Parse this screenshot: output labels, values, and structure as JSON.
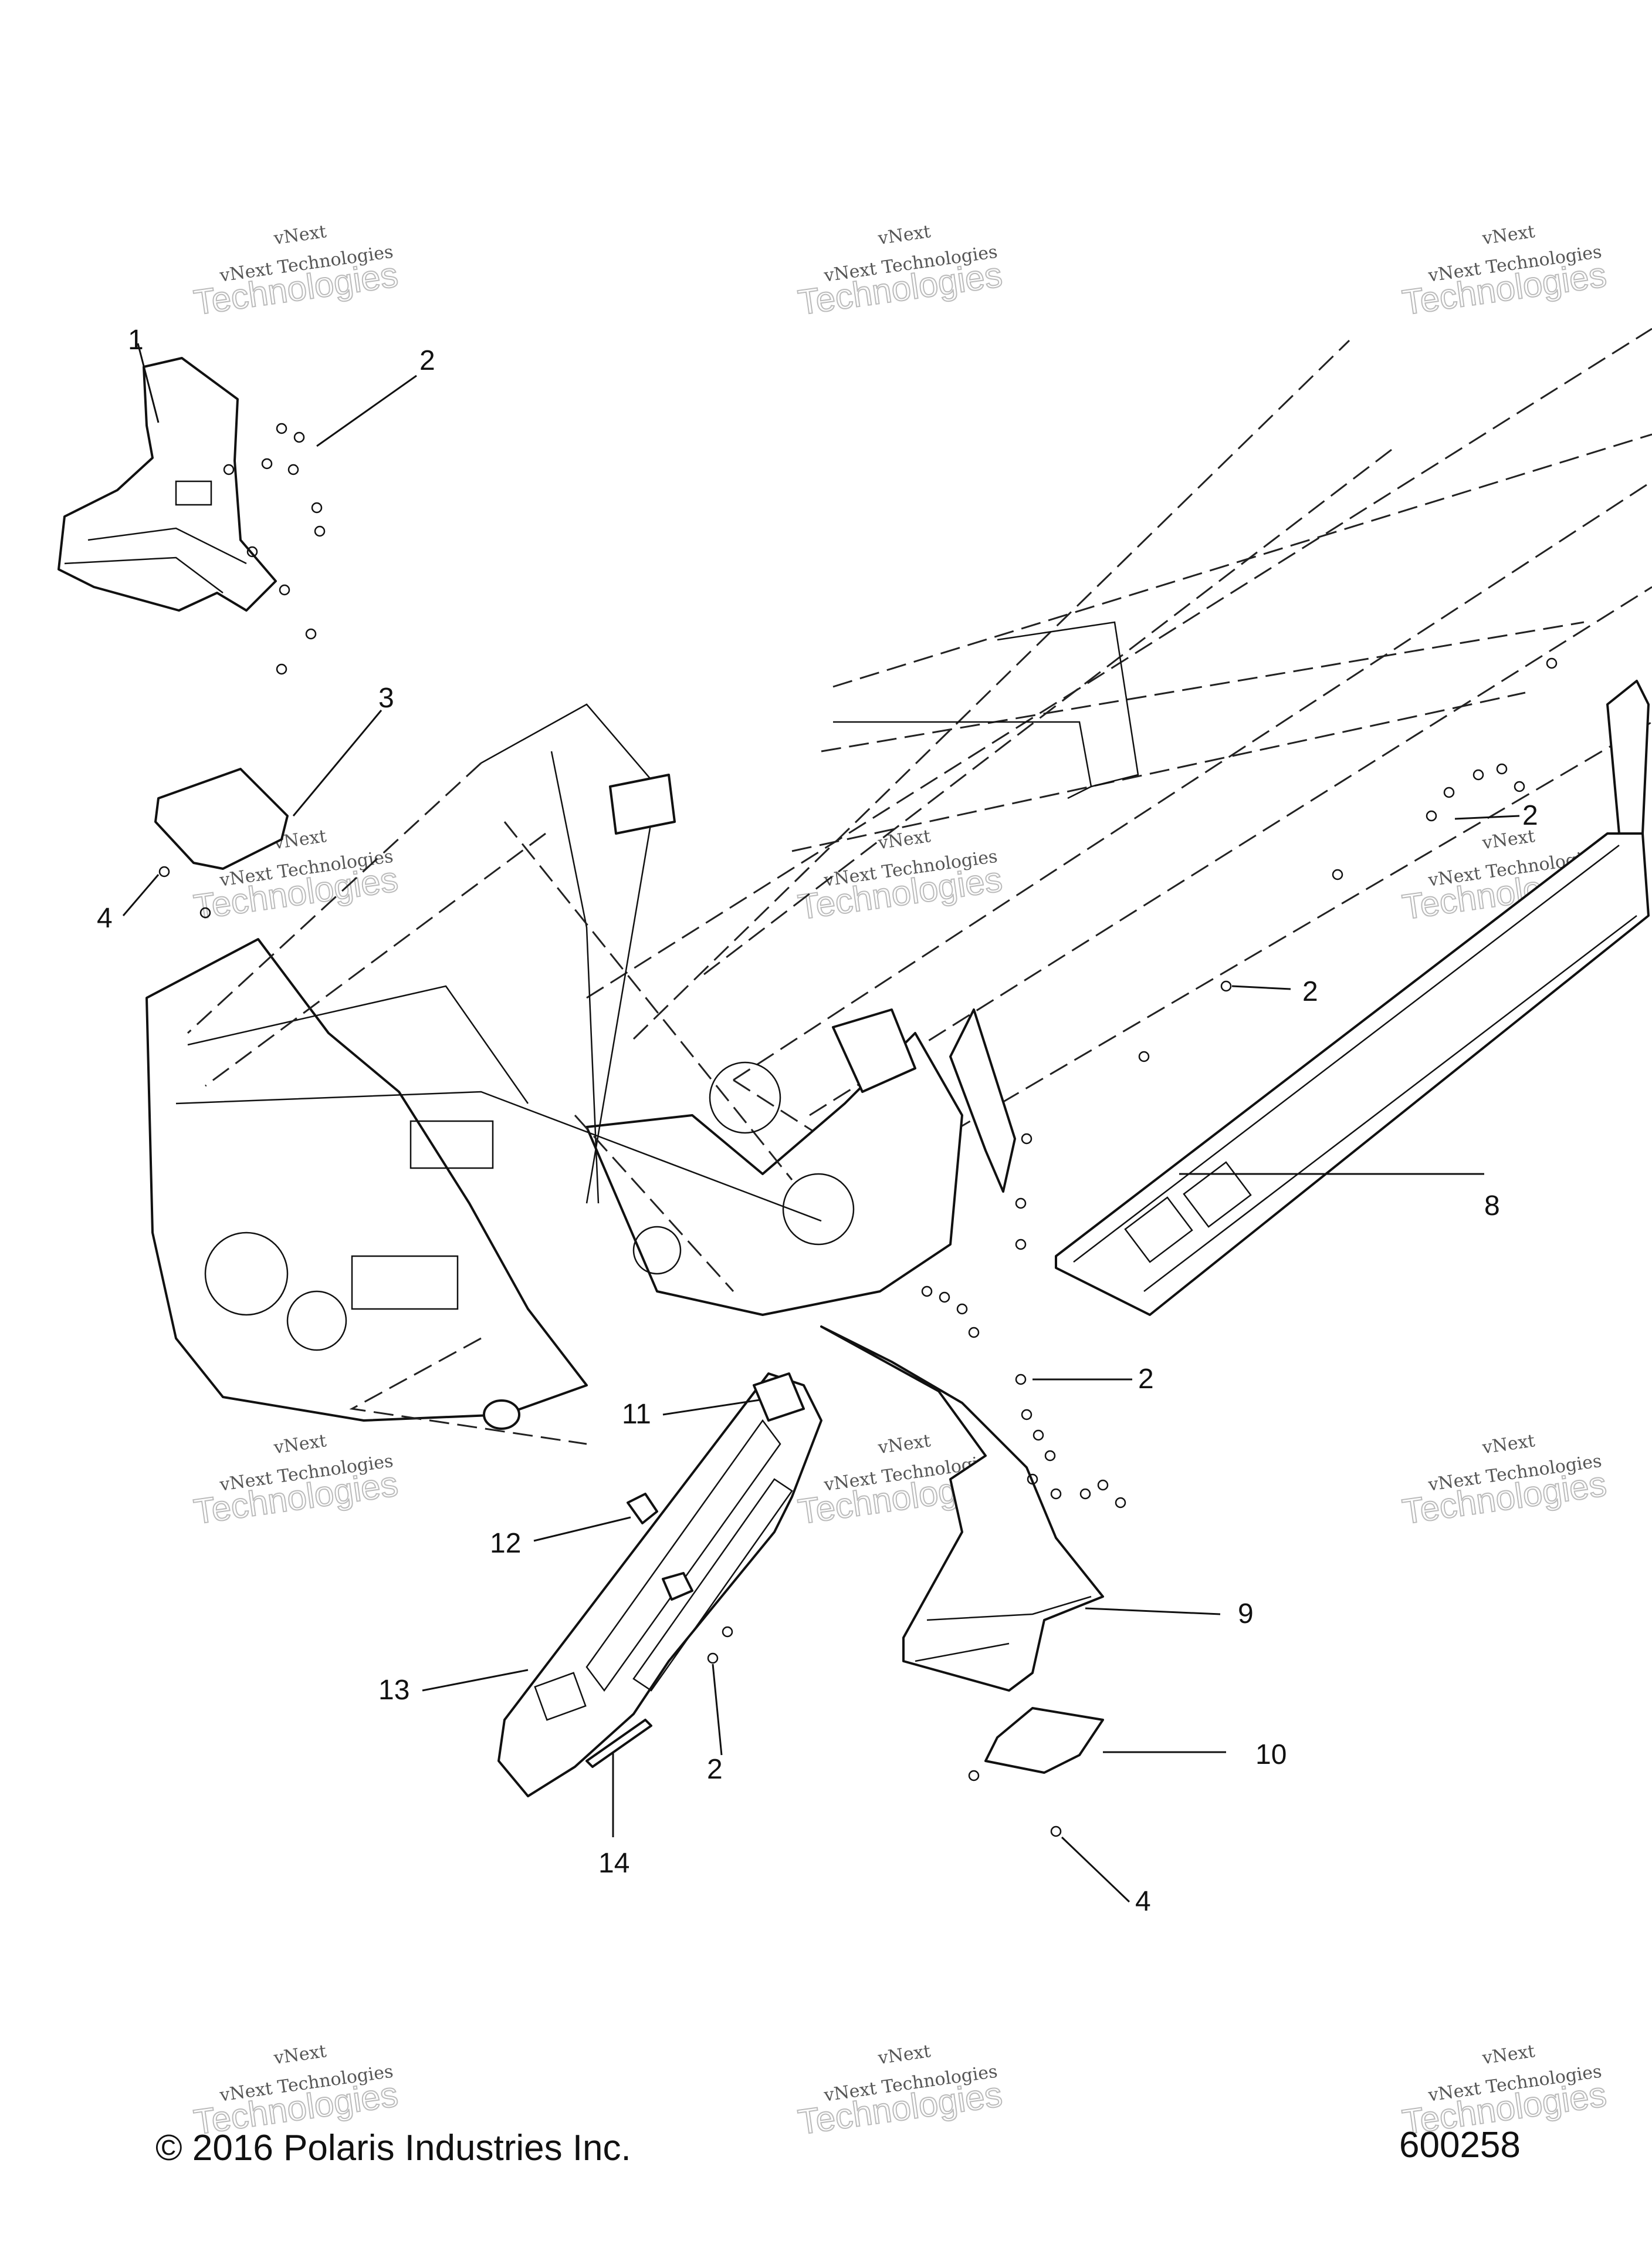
{
  "callouts": [
    "1",
    "2",
    "3",
    "4",
    "2",
    "2",
    "2",
    "8",
    "2",
    "11",
    "12",
    "13",
    "2",
    "14",
    "9",
    "10",
    "4"
  ],
  "watermark": {
    "line1": "vNext",
    "line2": "vNext Technologies",
    "line3": "Technologies"
  },
  "footer": {
    "copyright": "© 2016 Polaris Industries Inc.",
    "figure_number": "600258"
  }
}
